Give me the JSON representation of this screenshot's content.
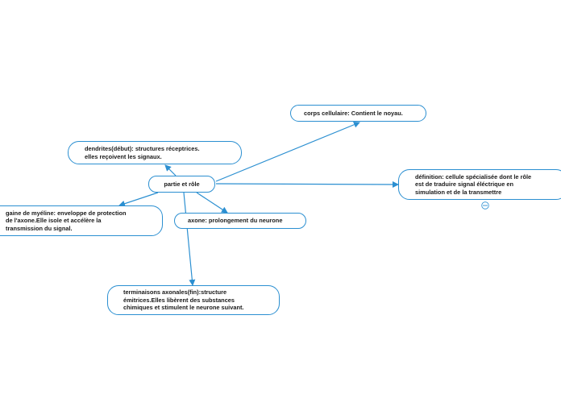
{
  "mindmap": {
    "central": "partie et rôle",
    "branches": [
      {
        "id": "corps",
        "text": "corps cellulaire: Contient le noyau."
      },
      {
        "id": "dendrites",
        "text": "dendrites(début): structures réceptrices.\nelles reçoivent les signaux."
      },
      {
        "id": "definition",
        "text": "définition: cellule spécialisée dont le rôle\nest de traduire  signal éléctrique en\nsimulation et de la transmettre"
      },
      {
        "id": "gaine",
        "text": "gaine de myéline: enveloppe de protection\nde l'axone.Elle isole et accélère la\ntransmission du signal."
      },
      {
        "id": "axone",
        "text": "axone: prolongement du neurone"
      },
      {
        "id": "terminaisons",
        "text": "terminaisons axonales(fin):structure\némitrices.Elles libèrent des substances\nchimiques  et stimulent le neurone suivant."
      }
    ]
  },
  "colors": {
    "line": "#2b8fd1",
    "node_border": "#2b8fd1",
    "text": "#1a1a1a",
    "background": "#ffffff"
  },
  "icons": {
    "collapse": "collapse-toggle-icon"
  }
}
